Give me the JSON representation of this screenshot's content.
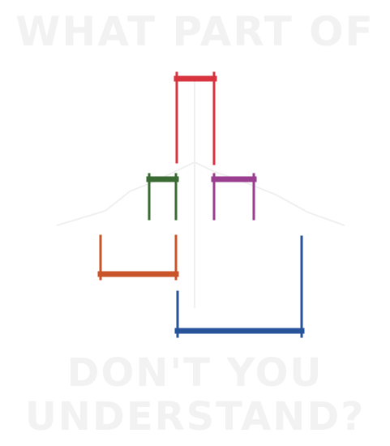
{
  "poster": {
    "top_text": "WHAT PART OF",
    "bottom_text_line1": "DON'T YOU",
    "bottom_text_line2": "UNDERSTAND?"
  },
  "colors": {
    "background": "#ffffff",
    "text": "#f2f2f2",
    "hand_outline": "#f0f0f0",
    "red": "#d7343f",
    "green": "#3a6b32",
    "purple": "#9a3e8f",
    "orange": "#c9542a",
    "blue": "#28539b"
  }
}
